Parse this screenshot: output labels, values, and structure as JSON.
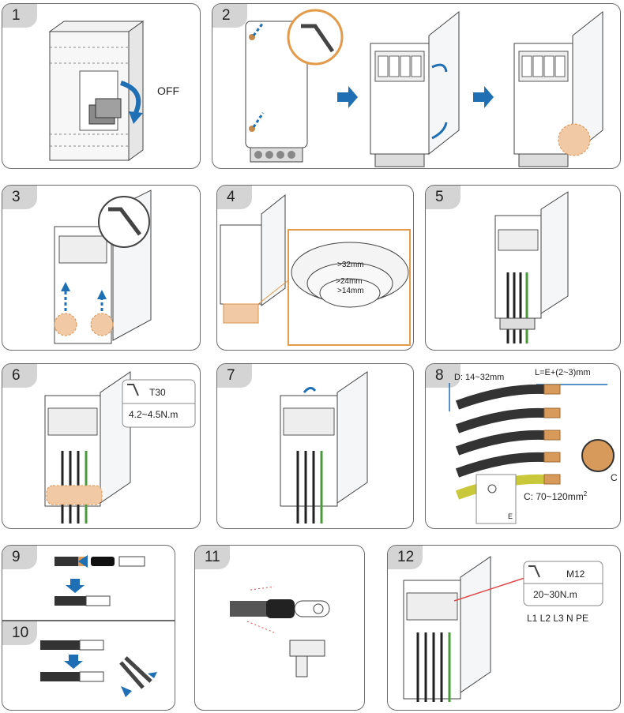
{
  "steps": [
    {
      "number": "1",
      "label": "OFF"
    },
    {
      "number": "2"
    },
    {
      "number": "3"
    },
    {
      "number": "4",
      "hole_sizes": [
        ">32mm",
        ">24mm",
        ">14mm"
      ]
    },
    {
      "number": "5"
    },
    {
      "number": "6",
      "tool": "T30",
      "torque": "4.2~4.5N.m"
    },
    {
      "number": "7"
    },
    {
      "number": "8",
      "diameter": "D: 14~32mm",
      "length": "L=E+(2~3)mm",
      "core_label": "C",
      "core_area": "C: 70~120mm",
      "core_area_sup": "2",
      "lug_label": "E"
    },
    {
      "number": "9"
    },
    {
      "number": "10"
    },
    {
      "number": "11"
    },
    {
      "number": "12",
      "bolt": "M12",
      "torque": "20~30N.m",
      "terminals": "L1 L2 L3 N PE"
    }
  ],
  "colors": {
    "arrow": "#1f6fb5",
    "highlight": "#f2c9a5",
    "frame": "#6b6b6b",
    "tab": "#d4d4d4"
  }
}
